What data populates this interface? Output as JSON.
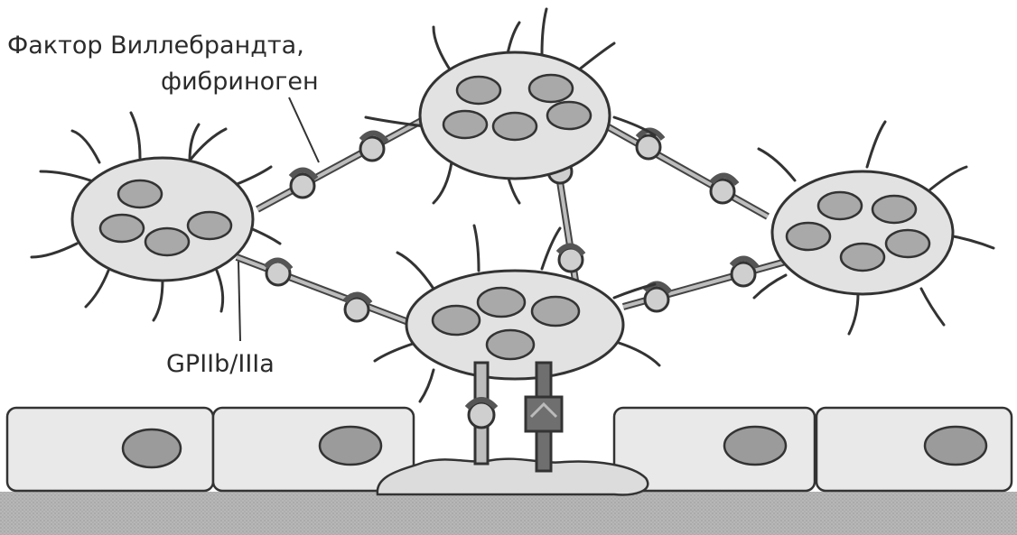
{
  "labels": {
    "vwf_line1": "Фактор Виллебрандта,",
    "vwf_line2": "фибриноген",
    "gp": "GPIIb/IIIa"
  },
  "colors": {
    "platelet_fill": "#e2e2e2",
    "platelet_outline": "#333333",
    "granule_fill": "#a9a9a9",
    "endothelium_fill": "#e9e9e9",
    "nucleus_fill": "#9b9b9b",
    "subendothelium_fill": "#b3b3b3",
    "collagen_fill": "#dcdcdc",
    "bridge_fill": "#bdbdbd",
    "receptor_fill": "#6f6f6f"
  },
  "icons": {
    "receptor": "integrin-receptor-icon",
    "bridge_ligand": "fibrinogen-bridge-icon"
  }
}
